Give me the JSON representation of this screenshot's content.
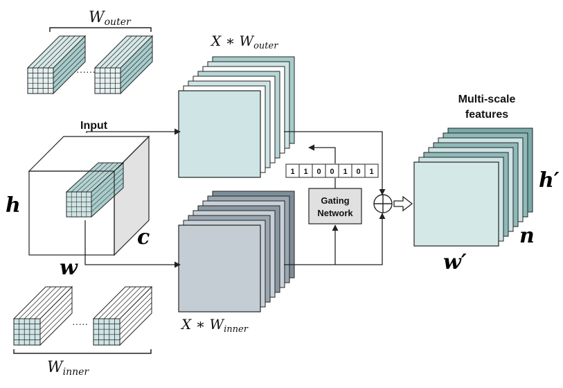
{
  "labels": {
    "w_outer": "W",
    "w_outer_sub": "outer",
    "x_w_outer": "X ∗ W",
    "x_w_outer_sub": "outer",
    "x_w_inner": "X ∗ W",
    "x_w_inner_sub": "inner",
    "w_inner": "W",
    "w_inner_sub": "inner",
    "input": "Input",
    "h": "h",
    "w": "w",
    "c": "c",
    "multi_scale_line1": "Multi-scale",
    "multi_scale_line2": "features",
    "h_prime": "h′",
    "w_prime": "w′",
    "n": "n",
    "gating_line1": "Gating",
    "gating_line2": "Network",
    "ellipsis_top": "·······",
    "ellipsis_bottom": "·····"
  },
  "gate_bits": [
    "1",
    "1",
    "0",
    "0",
    "1",
    "0",
    "1"
  ],
  "colors": {
    "teal_light": "#cfe4e4",
    "teal_mid": "#a8cccc",
    "blue_gray": "#c4ccd4",
    "blue_gray_dark": "#7e8d9a",
    "gating_fill": "#e0e0e0",
    "cube_side": "#e2e2e2",
    "line": "#222222"
  }
}
